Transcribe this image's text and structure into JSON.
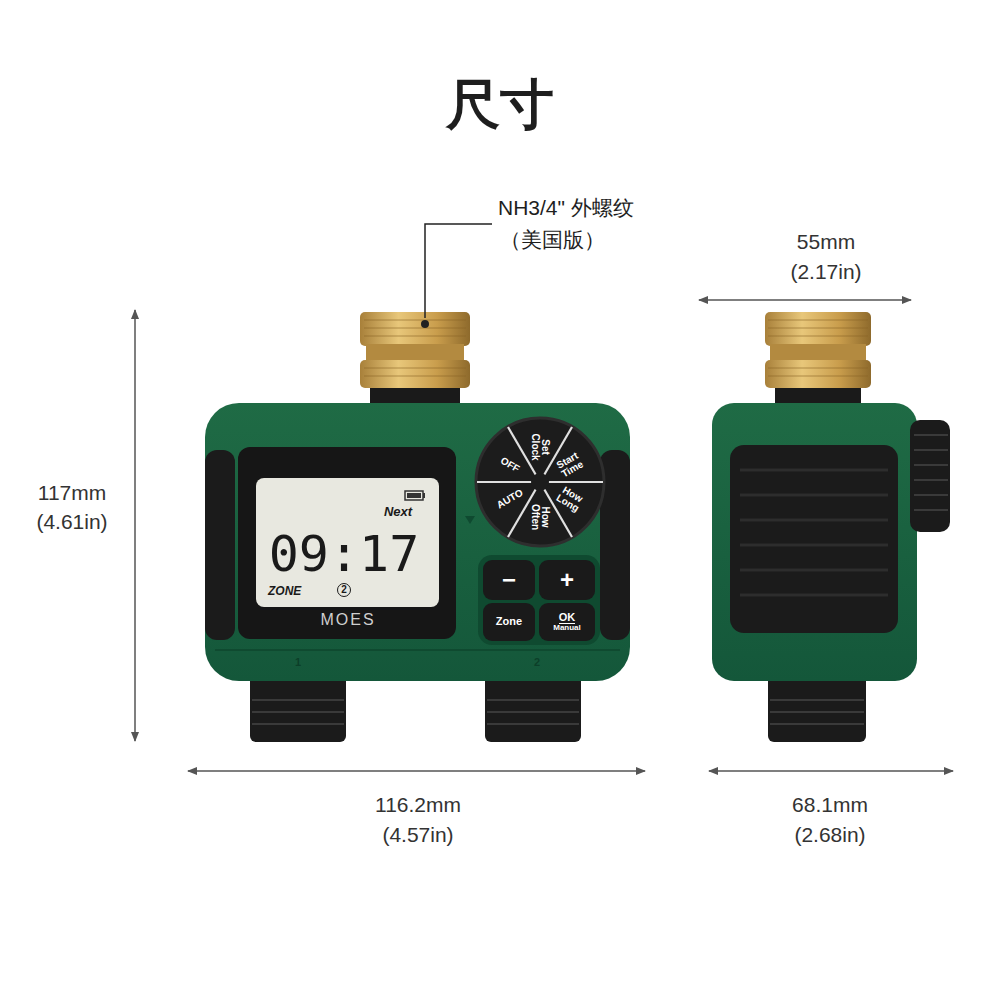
{
  "diagram": {
    "title": "尺寸",
    "nodes": [
      {
        "text": [
          "Next",
          "09:17",
          "ZONE",
          "2"
        ]
      },
      {
        "text": [
          "−"
        ]
      },
      {
        "text": [
          "+"
        ]
      },
      {
        "text": [
          "Zone"
        ]
      },
      {
        "text": [
          "OK",
          "Manual"
        ]
      }
    ],
    "labels": [
      "Set Clock",
      "Start Time",
      "How Long",
      "How Often",
      "AUTO",
      "OFF",
      "MOES",
      "1",
      "2",
      "NH3/4\" 外螺纹",
      "（美国版）",
      "117mm",
      "(4.61in)",
      "116.2mm",
      "(4.57in)",
      "55mm",
      "(2.17in)",
      "68.1mm",
      "(2.68in)"
    ]
  }
}
